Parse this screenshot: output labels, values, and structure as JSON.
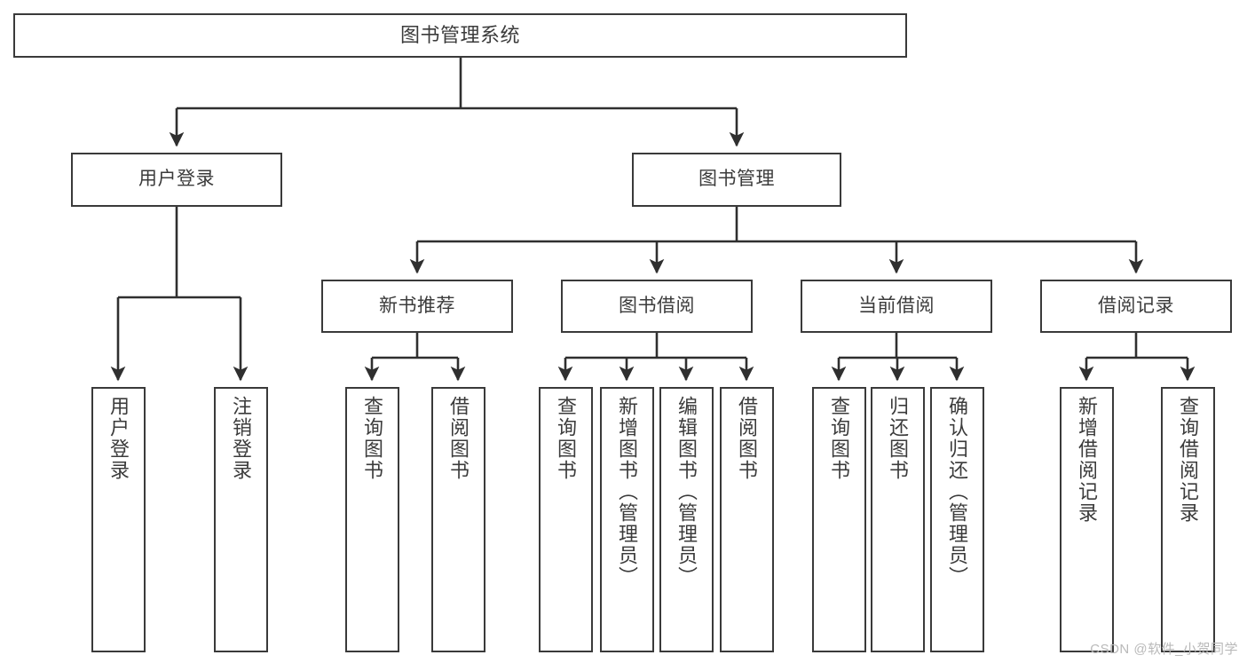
{
  "diagram": {
    "title": "图书管理系统",
    "type": "tree",
    "watermark": "CSDN @软件_小贺同学",
    "colors": {
      "box_border": "#3a3a3a",
      "box_fill": "#ffffff",
      "text": "#3b3b3b",
      "edge": "#2f2f2f",
      "watermark": "#b9b9b9",
      "background": "#ffffff"
    },
    "nodes": {
      "root": {
        "label": "图书管理系统"
      },
      "level1": [
        {
          "id": "user-login",
          "label": "用户登录"
        },
        {
          "id": "book-manage",
          "label": "图书管理"
        }
      ],
      "level2": [
        {
          "id": "new-book-recommend",
          "label": "新书推荐"
        },
        {
          "id": "book-borrow",
          "label": "图书借阅"
        },
        {
          "id": "current-borrow",
          "label": "当前借阅"
        },
        {
          "id": "borrow-record",
          "label": "借阅记录"
        }
      ],
      "leaves": {
        "user_login": [
          {
            "id": "leaf-user-login",
            "label": "用户登录"
          },
          {
            "id": "leaf-logout-login",
            "label": "注销登录"
          }
        ],
        "new_book_recommend": [
          {
            "id": "leaf-query-book-1",
            "label": "查询图书"
          },
          {
            "id": "leaf-borrow-book-1",
            "label": "借阅图书"
          }
        ],
        "book_borrow": [
          {
            "id": "leaf-query-book-2",
            "label": "查询图书"
          },
          {
            "id": "leaf-add-book",
            "label": "新增图书（管理员）"
          },
          {
            "id": "leaf-edit-book",
            "label": "编辑图书（管理员）"
          },
          {
            "id": "leaf-borrow-book-2",
            "label": "借阅图书"
          }
        ],
        "current_borrow": [
          {
            "id": "leaf-query-book-3",
            "label": "查询图书"
          },
          {
            "id": "leaf-return-book",
            "label": "归还图书"
          },
          {
            "id": "leaf-confirm-return",
            "label": "确认归还（管理员）"
          }
        ],
        "borrow_record": [
          {
            "id": "leaf-add-record",
            "label": "新增借阅记录"
          },
          {
            "id": "leaf-query-record",
            "label": "查询借阅记录"
          }
        ]
      }
    }
  }
}
